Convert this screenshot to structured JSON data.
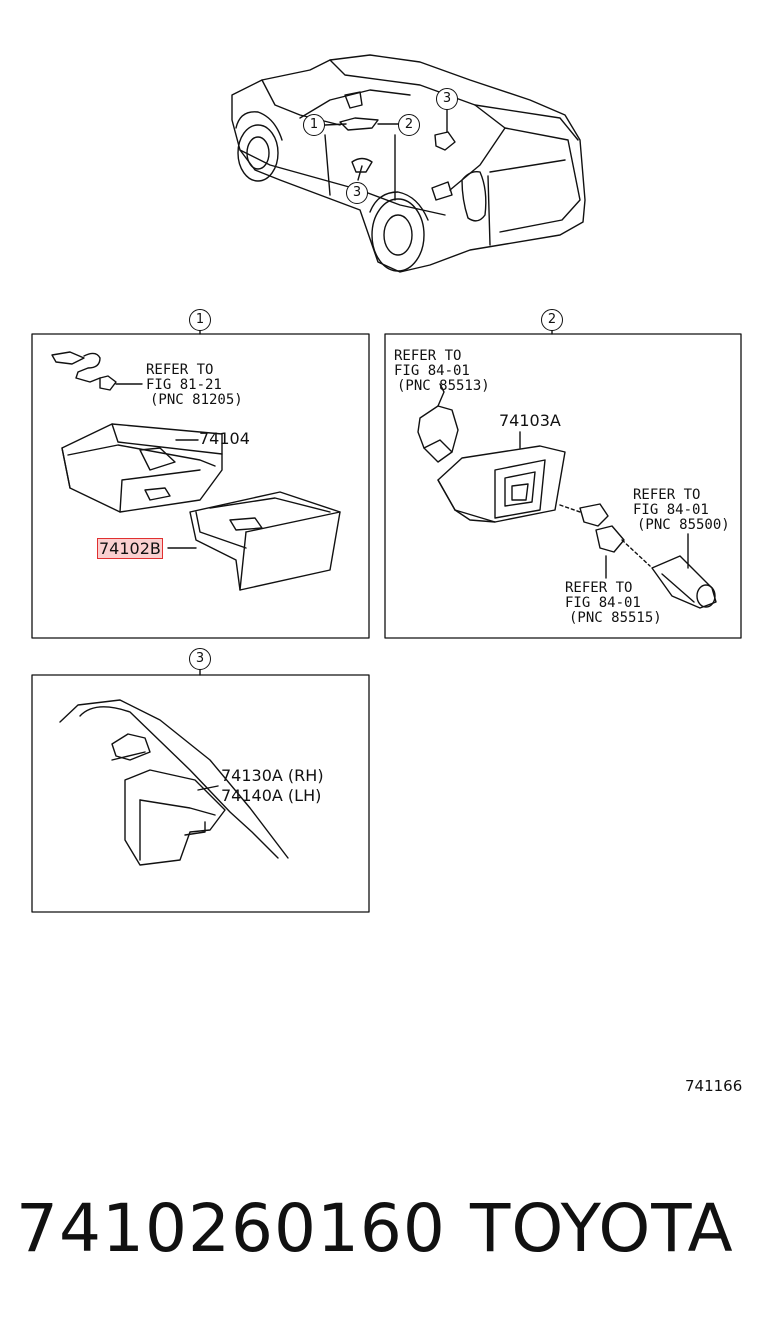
{
  "car_callouts": [
    "1",
    "2",
    "3",
    "3"
  ],
  "panel1": {
    "callout": "1",
    "refer": [
      "REFER TO",
      "FIG 81-21",
      "(PNC 81205)"
    ],
    "part_a": "74104",
    "part_b": "74102B"
  },
  "panel2": {
    "callout": "2",
    "refer_top": [
      "REFER TO",
      "FIG 84-01",
      "(PNC 85513)"
    ],
    "part_a": "74103A",
    "refer_right": [
      "REFER TO",
      "FIG 84-01",
      "(PNC 85500)"
    ],
    "refer_bottom": [
      "REFER TO",
      "FIG 84-01",
      "(PNC 85515)"
    ]
  },
  "panel3": {
    "callout": "3",
    "part_rh": "74130A (RH)",
    "part_lh": "74140A (LH)"
  },
  "figure_code": "741166",
  "footer": {
    "part_number": "7410260160",
    "brand": "TOYOTA"
  },
  "colors": {
    "line": "#111111",
    "highlight_border": "#e03030",
    "highlight_fill": "#f07878"
  }
}
